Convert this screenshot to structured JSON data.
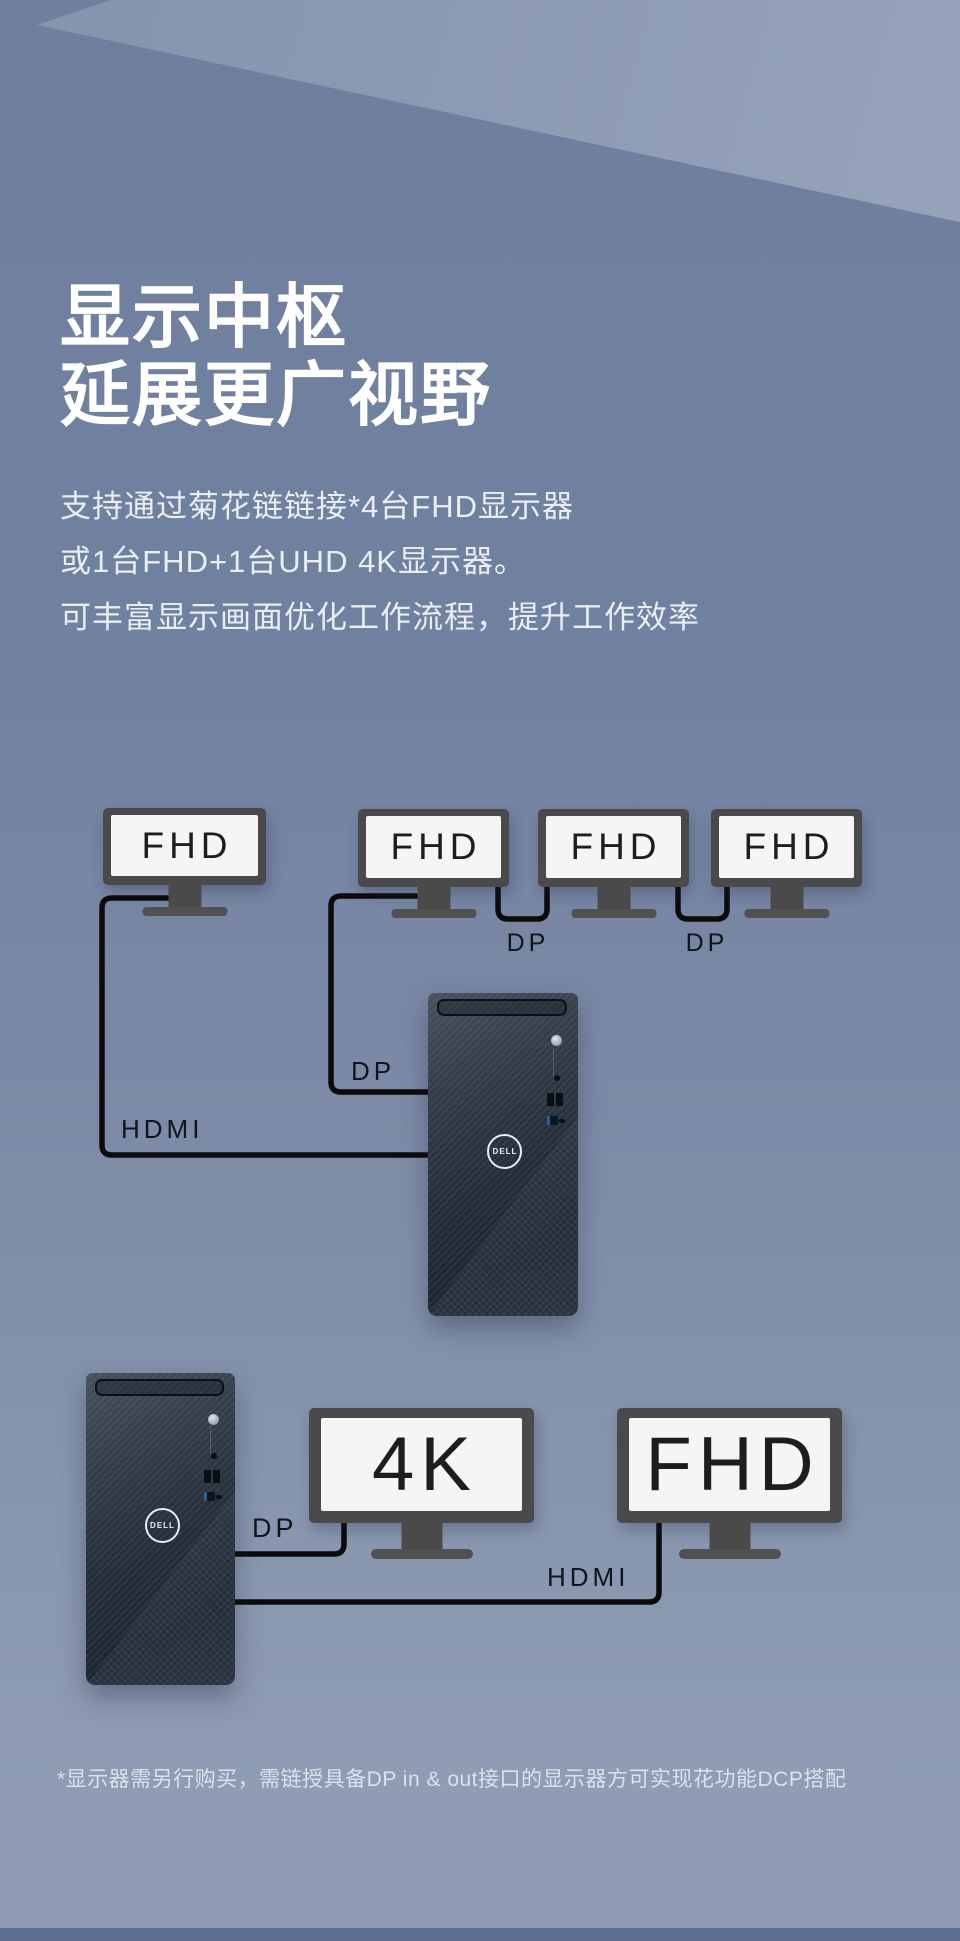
{
  "page": {
    "title_line1": "显示中枢",
    "title_line2": "延展更广视野",
    "body_line1": "支持通过菊花链链接*4台FHD显示器",
    "body_line2": "或1台FHD+1台UHD 4K显示器。",
    "body_line3": "可丰富显示画面优化工作流程，提升工作效率",
    "footnote": "*显示器需另行购买，需链授具备DP in & out接口的显示器方可实现花功能DCP搭配"
  },
  "colors": {
    "background_top": "#70809f",
    "background_bottom": "#8f9cb4",
    "light_band": "#8e9bb4",
    "bottom_bar": "#5c6d8d",
    "cable": "#0b0b0b",
    "monitor_frame": "#4a4a4a",
    "monitor_screen": "#f5f5f3",
    "tower_body": "#242d38",
    "usb3_accent": "#2f5d96"
  },
  "diagram_daisy_chain": {
    "monitors": [
      {
        "label": "FHD"
      },
      {
        "label": "FHD"
      },
      {
        "label": "FHD"
      },
      {
        "label": "FHD"
      }
    ],
    "tower_brand": "DELL",
    "cable_labels": {
      "hdmi": "HDMI",
      "dp_tower": "DP",
      "dp_chain1": "DP",
      "dp_chain2": "DP"
    }
  },
  "diagram_dual": {
    "monitors": [
      {
        "label": "4K"
      },
      {
        "label": "FHD"
      }
    ],
    "tower_brand": "DELL",
    "cable_labels": {
      "dp": "DP",
      "hdmi": "HDMI"
    }
  }
}
